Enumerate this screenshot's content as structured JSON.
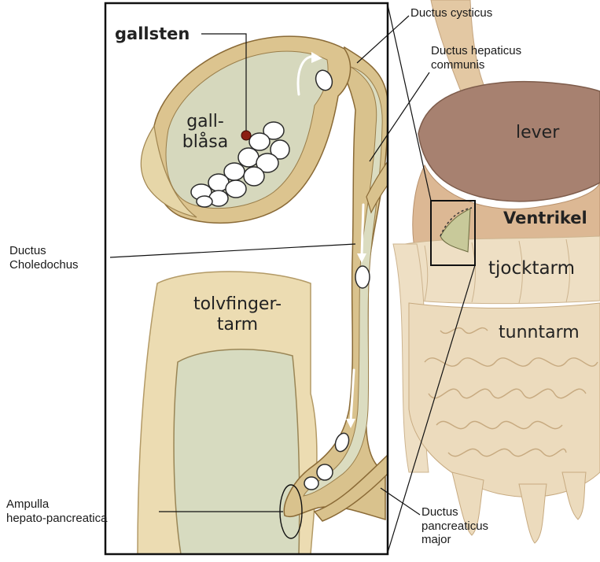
{
  "colors": {
    "background": "#ffffff",
    "duct_wall": "#d8c08a",
    "duct_lumen": "#d9dbbd",
    "duct_outline": "#8a6a36",
    "liver": "#a57f6c",
    "stomach": "#d8b592",
    "intestine": "#ecdcc0",
    "stone_marker": "#8b1e12"
  },
  "labels": {
    "gallsten": "gallsten",
    "gallblasa_1": "gall-",
    "gallblasa_2": "blåsa",
    "cysticus": "Ductus cysticus",
    "hepaticus_1": "Ductus hepaticus",
    "hepaticus_2": "communis",
    "lever": "lever",
    "ventrikel": "Ventrikel",
    "tjocktarm": "tjocktarm",
    "tunntarm": "tunntarm",
    "choledochus_1": "Ductus",
    "choledochus_2": "Choledochus",
    "tolvfinger_1": "tolvfinger-",
    "tolvfinger_2": "tarm",
    "ampulla_1": "Ampulla",
    "ampulla_2": "hepato-pancreatica",
    "pancreaticus_1": "Ductus",
    "pancreaticus_2": "pancreaticus",
    "pancreaticus_3": "major"
  }
}
